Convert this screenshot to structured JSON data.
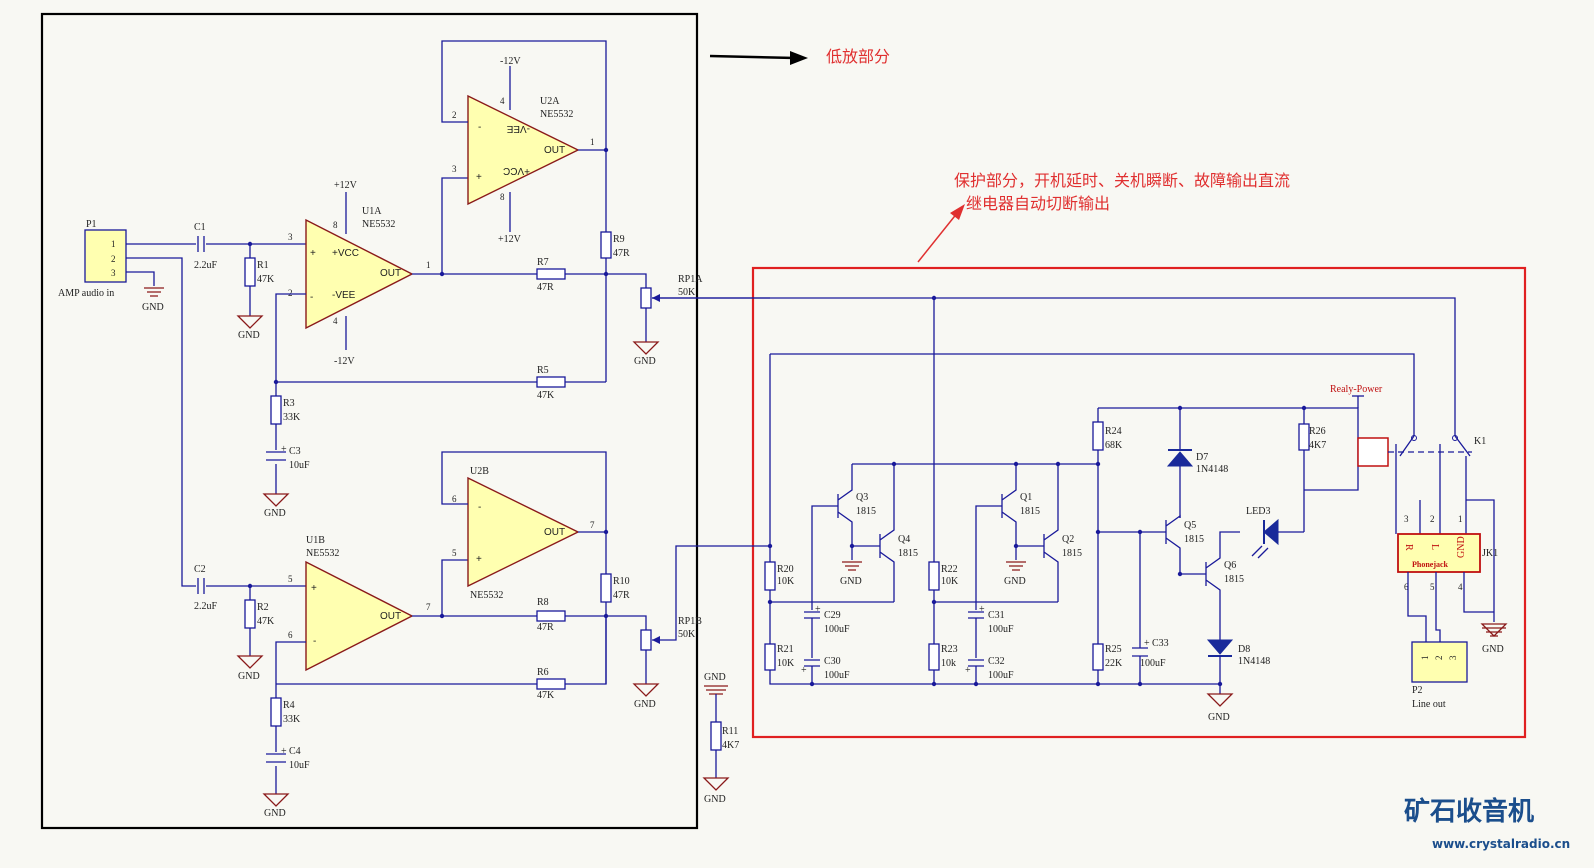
{
  "annotations": {
    "preamp": "低放部分",
    "protect_line1": "保护部分，开机延时、关机瞬断、故障输出直流",
    "protect_line2": "继电器自动切断输出"
  },
  "watermark": {
    "name": "矿石收音机",
    "url": "www.crystalradio.cn"
  },
  "rails": {
    "pos": "+12V",
    "neg": "-12V",
    "gnd": "GND",
    "relay_power": "Realy-Power"
  },
  "input": {
    "ref": "P1",
    "desc": "AMP audio in",
    "pins": [
      "1",
      "2",
      "3"
    ]
  },
  "output": {
    "ref": "P2",
    "desc": "Line out",
    "pins": [
      "1",
      "2",
      "3"
    ]
  },
  "jack": {
    "ref": "JK1",
    "name": "Phonejack",
    "r": "R",
    "l": "L",
    "gnd": "GND",
    "pins": [
      "3",
      "2",
      "1",
      "6",
      "5",
      "4"
    ]
  },
  "relay": {
    "ref": "K1"
  },
  "opamps": {
    "u1a": {
      "ref": "U1A",
      "part": "NE5532",
      "plus": "+VCC",
      "minus": "-VEE",
      "out": "OUT",
      "p_in_plus": "3",
      "p_in_minus": "2",
      "p_out": "1",
      "p_v_top": "8",
      "p_v_bot": "4"
    },
    "u2a": {
      "ref": "U2A",
      "part": "NE5532",
      "plus": "+VCC",
      "minus": "-VEE",
      "out": "OUT",
      "p_in_plus": "3",
      "p_in_minus": "2",
      "p_out": "1",
      "p_v_top": "4",
      "p_v_bot": "8"
    },
    "u1b": {
      "ref": "U1B",
      "part": "NE5532",
      "out": "OUT",
      "p_in_plus": "5",
      "p_in_minus": "6",
      "p_out": "7"
    },
    "u2b": {
      "ref": "U2B",
      "part": "NE5532",
      "out": "OUT",
      "p_in_plus": "5",
      "p_in_minus": "6",
      "p_out": "7"
    }
  },
  "components": {
    "c1": {
      "ref": "C1",
      "val": "2.2uF"
    },
    "c2": {
      "ref": "C2",
      "val": "2.2uF"
    },
    "r1": {
      "ref": "R1",
      "val": "47K"
    },
    "r2": {
      "ref": "R2",
      "val": "47K"
    },
    "r3": {
      "ref": "R3",
      "val": "33K"
    },
    "r4": {
      "ref": "R4",
      "val": "33K"
    },
    "c3": {
      "ref": "C3",
      "val": "10uF"
    },
    "c4": {
      "ref": "C4",
      "val": "10uF"
    },
    "r5": {
      "ref": "R5",
      "val": "47K"
    },
    "r6": {
      "ref": "R6",
      "val": "47K"
    },
    "r7": {
      "ref": "R7",
      "val": "47R"
    },
    "r8": {
      "ref": "R8",
      "val": "47R"
    },
    "r9": {
      "ref": "R9",
      "val": "47R"
    },
    "r10": {
      "ref": "R10",
      "val": "47R"
    },
    "rp1a": {
      "ref": "RP1A",
      "val": "50K"
    },
    "rp1b": {
      "ref": "RP1B",
      "val": "50K"
    },
    "r11": {
      "ref": "R11",
      "val": "4K7"
    },
    "r20": {
      "ref": "R20",
      "val": "10K"
    },
    "r21": {
      "ref": "R21",
      "val": "10K"
    },
    "r22": {
      "ref": "R22",
      "val": "10K"
    },
    "r23": {
      "ref": "R23",
      "val": "10k"
    },
    "r24": {
      "ref": "R24",
      "val": "68K"
    },
    "r25": {
      "ref": "R25",
      "val": "22K"
    },
    "r26": {
      "ref": "R26",
      "val": "4K7"
    },
    "c29": {
      "ref": "C29",
      "val": "100uF"
    },
    "c30": {
      "ref": "C30",
      "val": "100uF"
    },
    "c31": {
      "ref": "C31",
      "val": "100uF"
    },
    "c32": {
      "ref": "C32",
      "val": "100uF"
    },
    "c33": {
      "ref": "C33",
      "val": "100uF"
    },
    "q1": {
      "ref": "Q1",
      "val": "1815"
    },
    "q2": {
      "ref": "Q2",
      "val": "1815"
    },
    "q3": {
      "ref": "Q3",
      "val": "1815"
    },
    "q4": {
      "ref": "Q4",
      "val": "1815"
    },
    "q5": {
      "ref": "Q5",
      "val": "1815"
    },
    "q6": {
      "ref": "Q6",
      "val": "1815"
    },
    "d7": {
      "ref": "D7",
      "val": "1N4148"
    },
    "d8": {
      "ref": "D8",
      "val": "1N4148"
    },
    "led3": {
      "ref": "LED3"
    }
  }
}
